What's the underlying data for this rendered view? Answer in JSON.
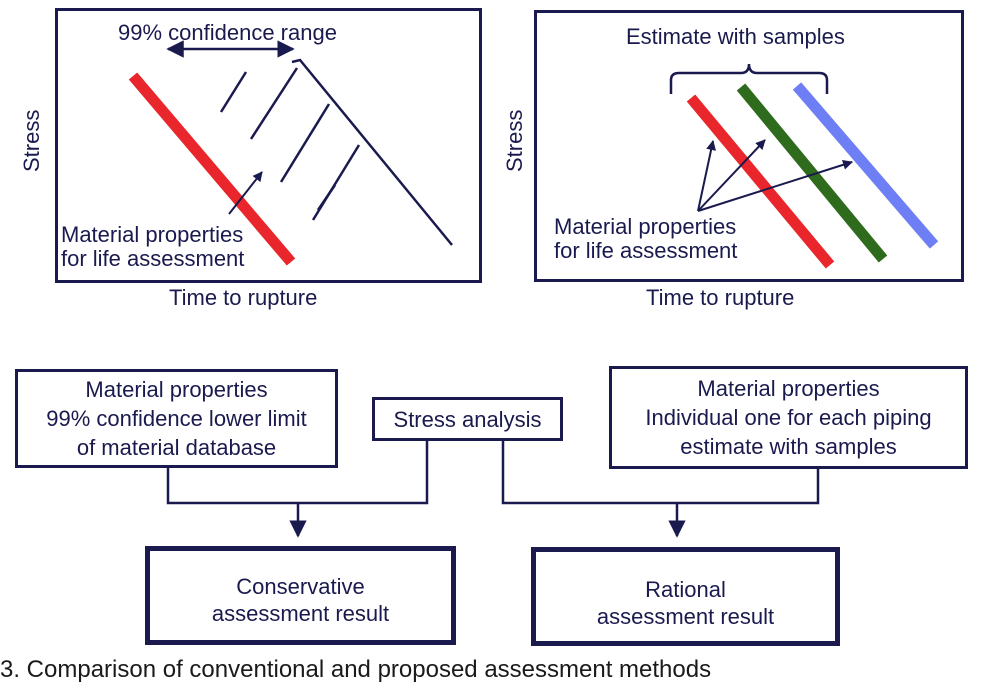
{
  "left_panel": {
    "range_label": "99% confidence range",
    "y_axis": "Stress",
    "x_axis": "Time to rupture",
    "note_line1": "Material properties",
    "note_line2": "for life assessment"
  },
  "right_panel": {
    "estimate_label": "Estimate with samples",
    "y_axis": "Stress",
    "x_axis": "Time to rupture",
    "note_line1": "Material properties",
    "note_line2": "for life assessment"
  },
  "boxes": {
    "conventional_input": [
      "Material properties",
      "99% confidence lower limit",
      "of material database"
    ],
    "stress_analysis": "Stress analysis",
    "proposed_input": [
      "Material properties",
      "Individual one for each piping",
      "estimate with samples"
    ],
    "conservative_result": [
      "Conservative",
      "assessment result"
    ],
    "rational_result": [
      "Rational",
      "assessment result"
    ]
  },
  "caption": "3. Comparison of conventional and proposed assessment methods",
  "colors": {
    "line": "#1a1a4e",
    "red": "#e8262b",
    "green": "#2e6b1d",
    "blue": "#6e7ef5"
  }
}
